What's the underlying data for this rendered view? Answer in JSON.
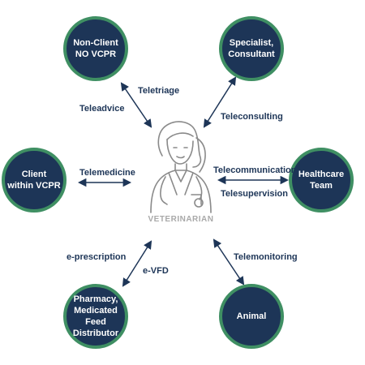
{
  "colors": {
    "node_fill": "#1d3557",
    "node_border": "#3f8f63",
    "label_text": "#1d3557",
    "arrow": "#1d3557",
    "figure_stroke": "#8a8a8a"
  },
  "center": {
    "label": "VETERINARIAN",
    "icon": "veterinarian-icon"
  },
  "nodes": [
    {
      "id": "non-client",
      "label": "Non-Client\nNO VCPR"
    },
    {
      "id": "specialist",
      "label": "Specialist,\nConsultant"
    },
    {
      "id": "client",
      "label": "Client\nwithin VCPR"
    },
    {
      "id": "healthcare-team",
      "label": "Healthcare\nTeam"
    },
    {
      "id": "pharmacy",
      "label": "Pharmacy,\nMedicated\nFeed\nDistributor"
    },
    {
      "id": "animal",
      "label": "Animal"
    }
  ],
  "edge_labels": {
    "teletriage": "Teletriage",
    "teleadvice": "Teleadvice",
    "teleconsulting": "Teleconsulting",
    "telemedicine": "Telemedicine",
    "telecommunication": "Telecommunication",
    "telesupervision": "Telesupervision",
    "eprescription": "e-prescription",
    "evfd": "e-VFD",
    "telemonitoring": "Telemonitoring"
  }
}
